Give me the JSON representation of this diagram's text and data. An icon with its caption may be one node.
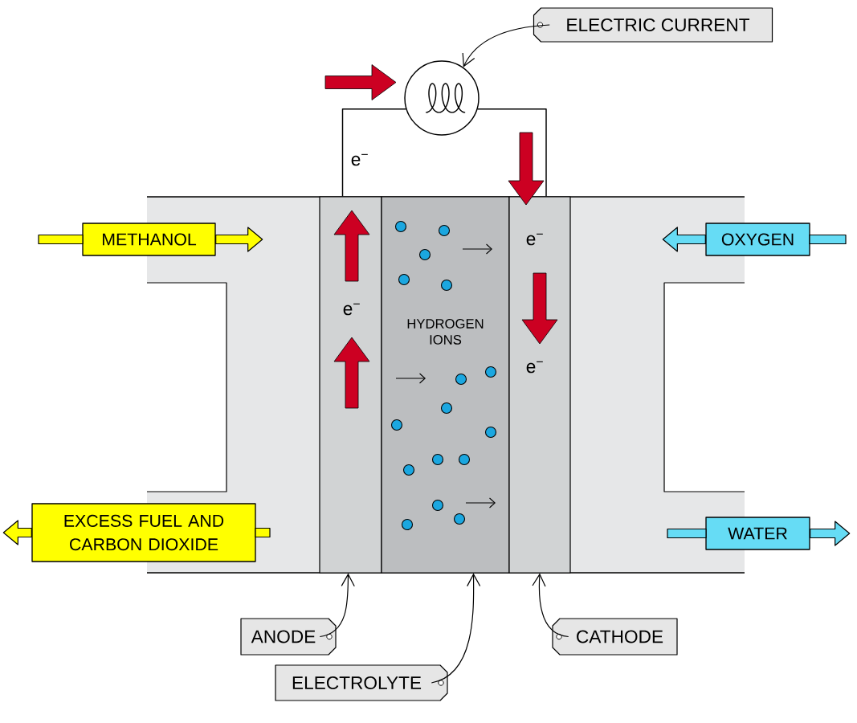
{
  "diagram": {
    "nodes": [
      {
        "text": [
          "ELECTRIC CURRENT"
        ]
      },
      {
        "text": [],
        "shape": "circle"
      },
      {
        "text": [],
        "shape": "box"
      },
      {
        "text": [
          "HYDROGEN IONS"
        ]
      },
      {
        "text": [],
        "shape": "box"
      },
      {
        "text": [
          "ANODE"
        ]
      },
      {
        "text": [
          "ELECTROLYTE"
        ]
      },
      {
        "text": [
          "CATHODE"
        ]
      },
      {
        "text": [
          "METHANOL"
        ]
      },
      {
        "text": [
          "EXCESS FUEL AND CARBON DIOXIDE"
        ]
      },
      {
        "text": [
          "OXYGEN"
        ]
      },
      {
        "text": [
          "WATER"
        ]
      }
    ],
    "edges": [
      {
        "from": 0,
        "to": 1,
        "arrow": "to"
      },
      {
        "from": 5,
        "to": 2,
        "arrow": "to"
      },
      {
        "from": 6,
        "to": 3,
        "arrow": "to"
      },
      {
        "from": 7,
        "to": 4,
        "arrow": "to"
      },
      {
        "from": 2,
        "to": 1,
        "arrow": "none"
      },
      {
        "from": 1,
        "to": 4,
        "arrow": "none"
      },
      {
        "from": 8,
        "to": null,
        "arrow": "to",
        "color": "#ffff00"
      },
      {
        "from": 9,
        "to": null,
        "arrow": "to",
        "color": "#ffff00"
      },
      {
        "from": 10,
        "to": null,
        "arrow": "to",
        "color": "#66dcf5"
      },
      {
        "from": 11,
        "to": null,
        "arrow": "to",
        "color": "#66dcf5"
      }
    ],
    "labels": [
      "e$^{−}$",
      "e$^{−}$",
      "e$^{−}$",
      "e$^{−}$"
    ]
  }
}
